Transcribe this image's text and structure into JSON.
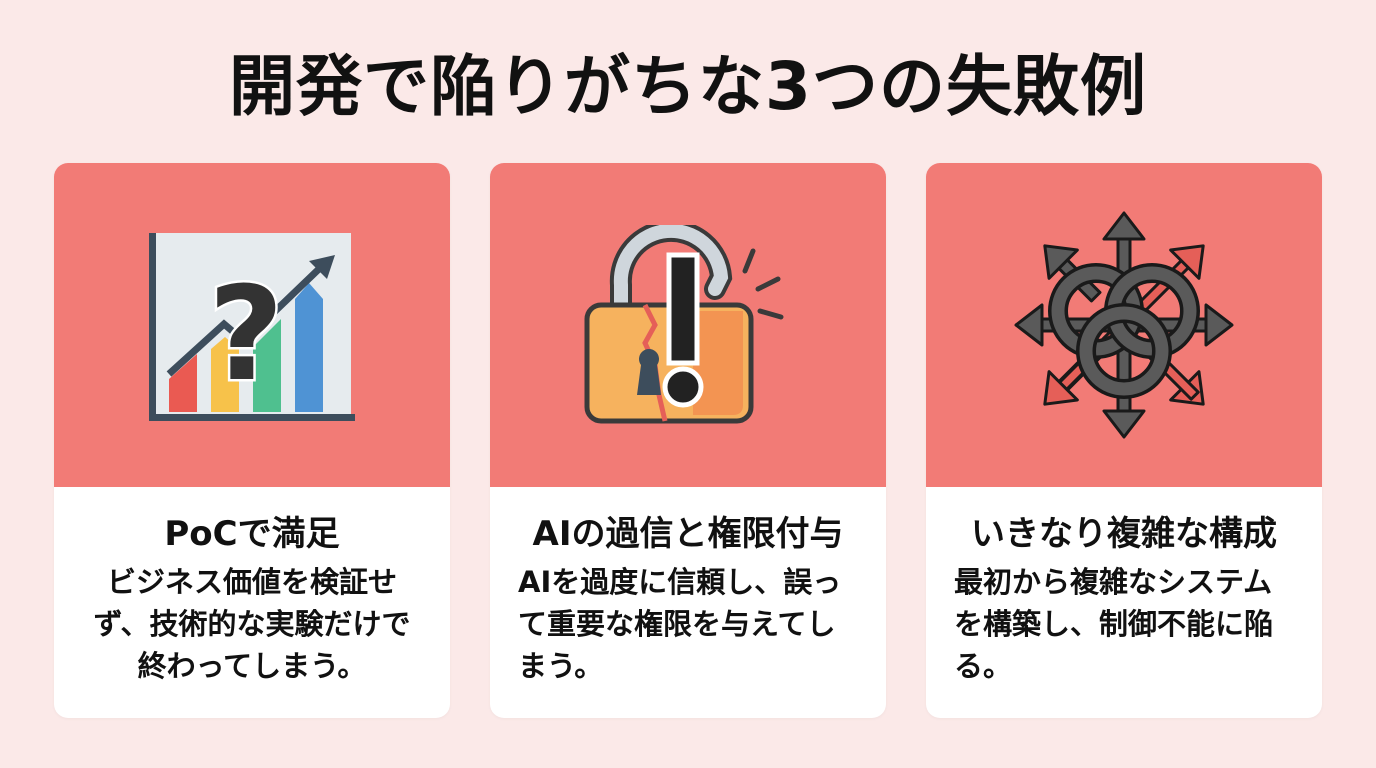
{
  "title": "開発で陥りがちな3つの失敗例",
  "colors": {
    "background": "#fbe9e8",
    "card_top": "#f27b76",
    "card_bottom": "#ffffff",
    "text": "#111111"
  },
  "cards": [
    {
      "icon": "chart-question-icon",
      "heading": "PoCで満足",
      "body": "ビジネス価値を検証せず、技術的な実験だけで終わってしまう。"
    },
    {
      "icon": "broken-lock-warning-icon",
      "heading": "AIの過信と権限付与",
      "body": "AIを過度に信頼し、誤って重要な権限を与えてしまう。"
    },
    {
      "icon": "tangled-arrows-icon",
      "heading": "いきなり複雑な構成",
      "body": "最初から複雑なシステムを構築し、制御不能に陥る。"
    }
  ]
}
